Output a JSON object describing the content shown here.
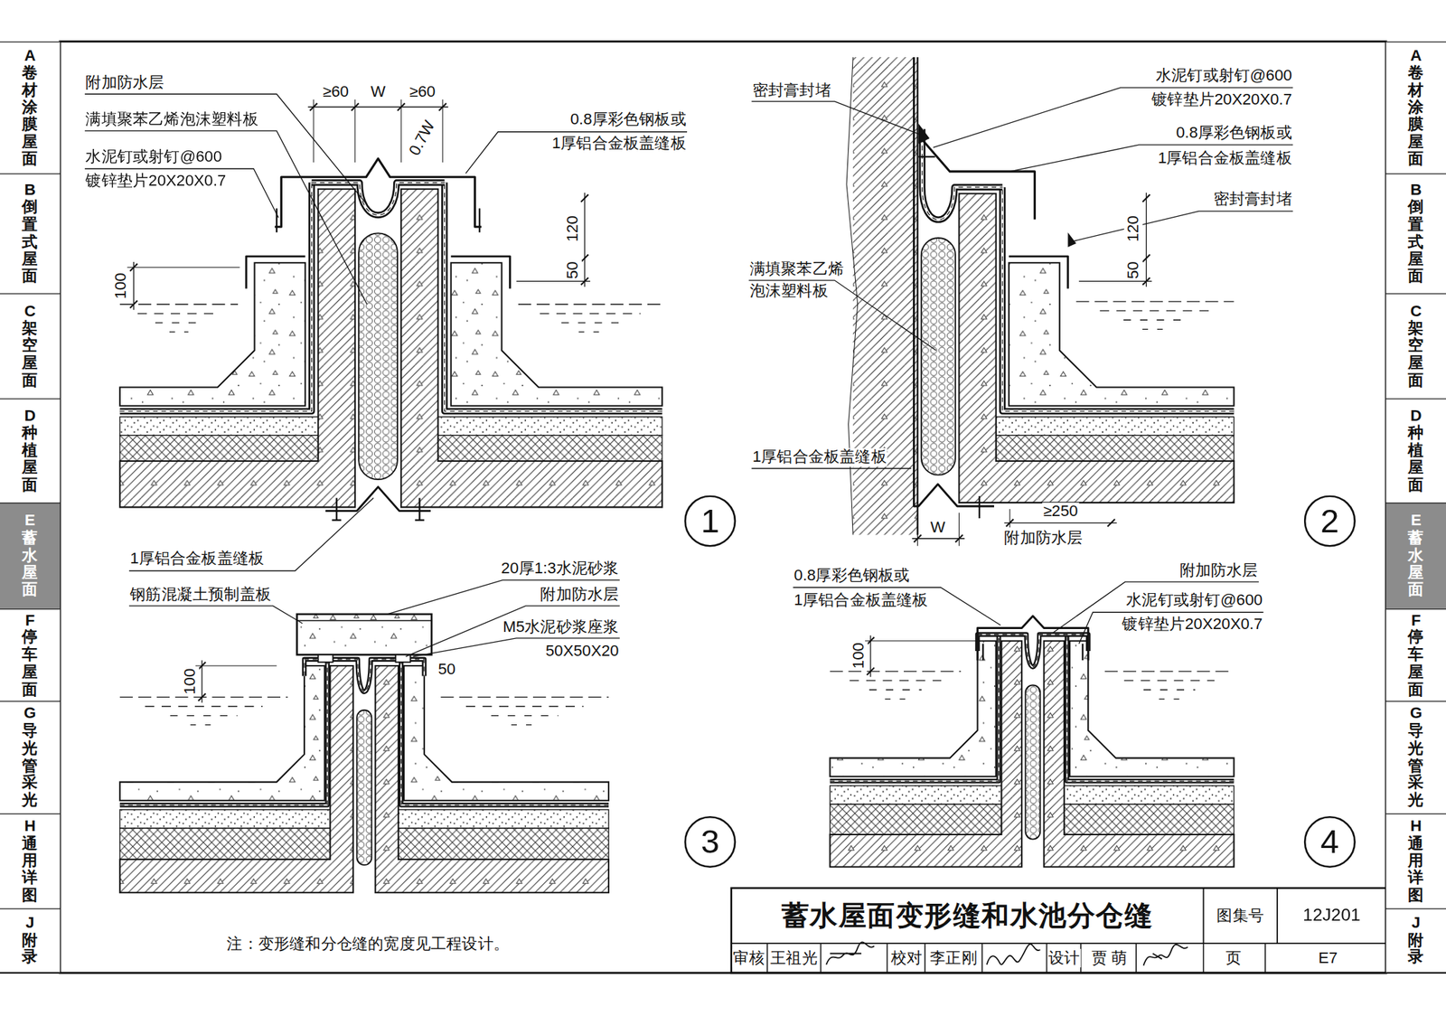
{
  "diagram": {
    "title": "蓄水屋面变形缝和水池分仓缝",
    "nodes": [
      {
        "text": [
          "A",
          "卷材涂膜屋面"
        ]
      },
      {
        "text": [
          "B",
          "倒置式屋面"
        ]
      },
      {
        "text": [
          "C",
          "架空屋面"
        ]
      },
      {
        "text": [
          "D",
          "种植屋面"
        ]
      },
      {
        "text": [
          "E",
          "蓄水屋面"
        ]
      },
      {
        "text": [
          "F",
          "停车屋面"
        ]
      },
      {
        "text": [
          "G",
          "导光管采光"
        ]
      },
      {
        "text": [
          "H",
          "通用详图"
        ]
      },
      {
        "text": [
          "J",
          "附录"
        ]
      },
      {
        "text": [
          "A",
          "卷材涂膜屋面"
        ]
      },
      {
        "text": [
          "B",
          "倒置式屋面"
        ]
      },
      {
        "text": [
          "C",
          "架空屋面"
        ]
      },
      {
        "text": [
          "D",
          "种植屋面"
        ]
      },
      {
        "text": [
          "E",
          "蓄水屋面"
        ]
      },
      {
        "text": [
          "F",
          "停车屋面"
        ]
      },
      {
        "text": [
          "G",
          "导光管采光"
        ]
      },
      {
        "text": [
          "H",
          "通用详图"
        ]
      },
      {
        "text": [
          "J",
          "附录"
        ]
      },
      {
        "text": [
          "1"
        ]
      },
      {
        "text": [
          "2"
        ]
      },
      {
        "text": [
          "3"
        ]
      },
      {
        "text": [
          "4"
        ]
      }
    ],
    "labels": [
      "附加防水层",
      "满填聚苯乙烯泡沫塑料板",
      "水泥钉或射钉@600",
      "镀锌垫片20X20X0.7",
      "≥60",
      "W",
      "≥60",
      "0.7W",
      "0.8厚彩色钢板或",
      "1厚铝合金板盖缝板",
      "120",
      "50",
      "100",
      "1厚铝合金板盖缝板",
      "密封膏封堵",
      "水泥钉或射钉@600",
      "镀锌垫片20X20X0.7",
      "0.8厚彩色钢板或",
      "1厚铝合金板盖缝板",
      "密封膏封堵",
      "120",
      "50",
      "满填聚苯乙烯",
      "泡沫塑料板",
      "1厚铝合金板盖缝板",
      "≥250",
      "W",
      "附加防水层",
      "20厚1:3水泥砂浆",
      "附加防水层",
      "钢筋混凝土预制盖板",
      "M5水泥砂浆座浆",
      "50X50X20",
      "100",
      "50",
      "0.8厚彩色钢板或",
      "1厚铝合金板盖缝板",
      "附加防水层",
      "水泥钉或射钉@600",
      "镀锌垫片20X20X0.7",
      "100",
      "注：变形缝和分仓缝的宽度见工程设计。",
      "图集号",
      "12J201",
      "审核",
      "王祖光",
      "校对",
      "李正刚",
      "设计",
      "贾 萌",
      "页",
      "E7"
    ]
  }
}
